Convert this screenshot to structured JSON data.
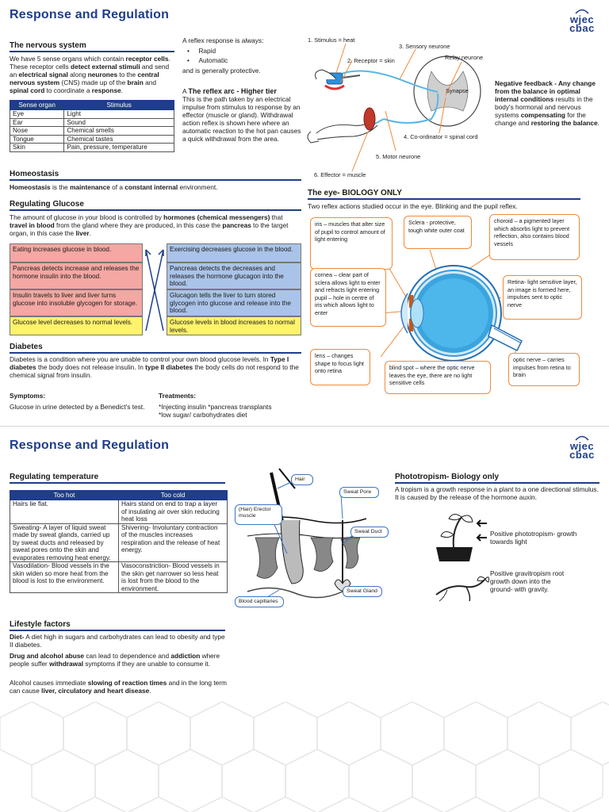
{
  "page1": {
    "title": "Response and Regulation",
    "logo": {
      "line1": "wjec",
      "line2": "cbac"
    },
    "nervous": {
      "heading": "The nervous system",
      "t1": "We have 5 sense organs which contain ",
      "b1": "receptor cells",
      "t2": ". These receptor cells ",
      "b2": "detect external stimuli",
      "t3": " and send an ",
      "b3": "electrical signal",
      "t4": " along ",
      "b4": "neurones",
      "t5": " to the ",
      "b5": "central nervous system",
      "t6": " (CNS) made up of the ",
      "b6": "brain",
      "t7": " and ",
      "b7": "spinal cord",
      "t8": " to coordinate a ",
      "b8": "response",
      "t9": "."
    },
    "sense_table": {
      "headers": [
        "Sense organ",
        "Stimulus"
      ],
      "rows": [
        [
          "Eye",
          "Light"
        ],
        [
          "Ear",
          "Sound"
        ],
        [
          "Nose",
          "Chemical smells"
        ],
        [
          "Tongue",
          "Chemical tastes"
        ],
        [
          "Skin",
          "Pain, pressure, temperature"
        ]
      ]
    },
    "reflex": {
      "intro": "A reflex response is always:",
      "bullets": [
        "Rapid",
        "Automatic"
      ],
      "after": "and is generally protective.",
      "arc_a": "A ",
      "arc_b": "The reflex arc - Higher tier",
      "arc_text": "This is the path taken by an electrical impulse from stimulus to response by an effector (muscle or gland). Withdrawal action reflex is shown here where an automatic reaction to the hot pan causes a quick withdrawal from the area."
    },
    "arc_labels": {
      "l1": "1. Stimulus = heat",
      "l2": "2. Receptor = skin",
      "l3": "3. Sensory neurone",
      "relay": "Relay neurone",
      "synapse": "Synapse",
      "l4": "4. Co-ordinator = spinal cord",
      "l5": "5. Motor neurone",
      "l6": "6. Effector = muscle"
    },
    "negfb": {
      "b1": "Negative feedback - ",
      "b2": "Any change from the balance in optimal internal conditions",
      "t1": " results in the body's hormonal and nervous systems ",
      "b3": "compensating",
      "t2": " for the change and ",
      "b4": "restoring the balance",
      "t3": "."
    },
    "homeostasis": {
      "heading": "Homeostasis",
      "b1": "Homeostasis",
      "t1": " is the ",
      "b2": "maintenance",
      "t2": " of a ",
      "b3": "constant internal",
      "t3": " environment."
    },
    "glucose": {
      "heading": "Regulating Glucose",
      "t1": "The amount of glucose in your blood is controlled by ",
      "b1": "hormones (chemical messengers)",
      "t2": " that ",
      "b2": "travel in blood",
      "t3": " from the gland where they are produced, in this case the ",
      "b3": "pancreas",
      "t4": " to the target organ, in this case the ",
      "b4": "liver",
      "t5": ".",
      "left": [
        "Eating increases glucose in blood.",
        "Pancreas detects increase and releases the hormone insulin into the blood.",
        "Insulin travels to liver and liver turns glucose into insoluble glycogen for storage.",
        "Glucose level decreases to normal levels."
      ],
      "right": [
        "Exercising decreases glucose in the blood.",
        "Pancreas detects the decreases and releases the hormone glucagon into the blood.",
        "Glucagon tells the liver to turn stored glycogen into glucose and release into the blood.",
        "Glucose levels in blood increases to normal levels."
      ]
    },
    "diabetes": {
      "heading": "Diabetes",
      "t1": "Diabetes is a condition where you are unable to control your own blood glucose levels. In ",
      "b1": "Type I diabetes",
      "t2": " the body does not release insulin. In ",
      "b2": "type II diabetes",
      "t3": " the body cells do not respond to the chemical signal from insulin.",
      "symptoms_h": "Symptoms:",
      "symptoms": "Glucose in urine detected by a Benedict's test.",
      "treat_h": "Treatments:",
      "treat1": "*Injecting insulin *pancreas transplants",
      "treat2": "*low sugar/ carbohydrates diet"
    },
    "eye": {
      "heading": "The eye- BIOLOGY ONLY",
      "sub": "Two reflex actions studied occur in the eye. Blinking and the pupil reflex.",
      "iris": "iris – muscles that alter size of pupil to control amount of light entering",
      "sclera": "Sclera - protective, tough white outer coat",
      "choroid": "choroid – a pigmented layer which absorbs light to prevent reflection, also contains blood vessels",
      "cornea": "cornea – clear part of sclera allows light to enter and refracts light entering pupil – hole in centre of iris which allows light to enter",
      "retina": "Retina- light sensitive layer, an image is formed here, impulses sent to optic nerve",
      "lens": "lens – changes shape to focus light onto retina",
      "blind": "blind spot – where the optic nerve leaves the eye, there are no light sensitive cells",
      "optic": "optic nerve – carries impulses from retina to brain"
    }
  },
  "page2": {
    "title": "Response and Regulation",
    "logo": {
      "line1": "wjec",
      "line2": "cbac"
    },
    "temp": {
      "heading": "Regulating temperature",
      "headers": [
        "Too hot",
        "Too cold"
      ],
      "rows": [
        [
          "Hairs lie flat.",
          "Hairs stand on end to trap a layer of insulating air over skin reducing heat loss"
        ],
        [
          "Sweating- A layer of liquid sweat made by sweat glands, carried up by sweat ducts and released by sweat pores  onto the skin and evaporates removing heat energy.",
          "Shivering- Involuntary contraction of the muscles increases respiration and the release of heat energy."
        ],
        [
          "Vasodilation- Blood vessels in the skin widen so more heat from the blood is lost to the environment.",
          "Vasoconstriction- Blood vessels in the skin get narrower so less heat is lost from the blood to the environment."
        ]
      ]
    },
    "skin_labels": {
      "hair": "Hair",
      "erector": "(Hair) Erector muscle",
      "pore": "Sweat Pore",
      "duct": "Sweat Duct",
      "gland": "Sweat Gland",
      "capillaries": "Blood capillaries"
    },
    "tropism": {
      "heading": "Phototropism- Biology only",
      "text": "A tropism is a growth response in a plant to a one directional stimulus. It is caused by the release of the hormone auxin.",
      "photo": "Positive phototropism- growth towards light",
      "gravi": "Positive gravitropism root growth down into the ground- with gravity."
    },
    "lifestyle": {
      "heading": "Lifestyle factors",
      "d_b": "Diet-",
      "d_t": " A diet high in sugars and carbohydrates can lead to obesity and type II diabetes.",
      "a_b1": "Drug and alcohol abuse",
      "a_t1": " can lead to dependence and ",
      "a_b2": "addiction",
      "a_t2": " where people suffer ",
      "a_b3": "withdrawal",
      "a_t3": " symptoms if they are unable to consume it.",
      "c_t1": "Alcohol causes immediate ",
      "c_b1": "slowing of reaction times",
      "c_t2": " and in the long term can cause ",
      "c_b2": "liver, circulatory and heart disease",
      "c_t3": "."
    }
  },
  "colors": {
    "brand": "#1f3d8a",
    "callout": "#f08a3a",
    "red_box": "#f4a7a3",
    "blue_box": "#aac3e8",
    "yellow_box": "#fff36b"
  }
}
